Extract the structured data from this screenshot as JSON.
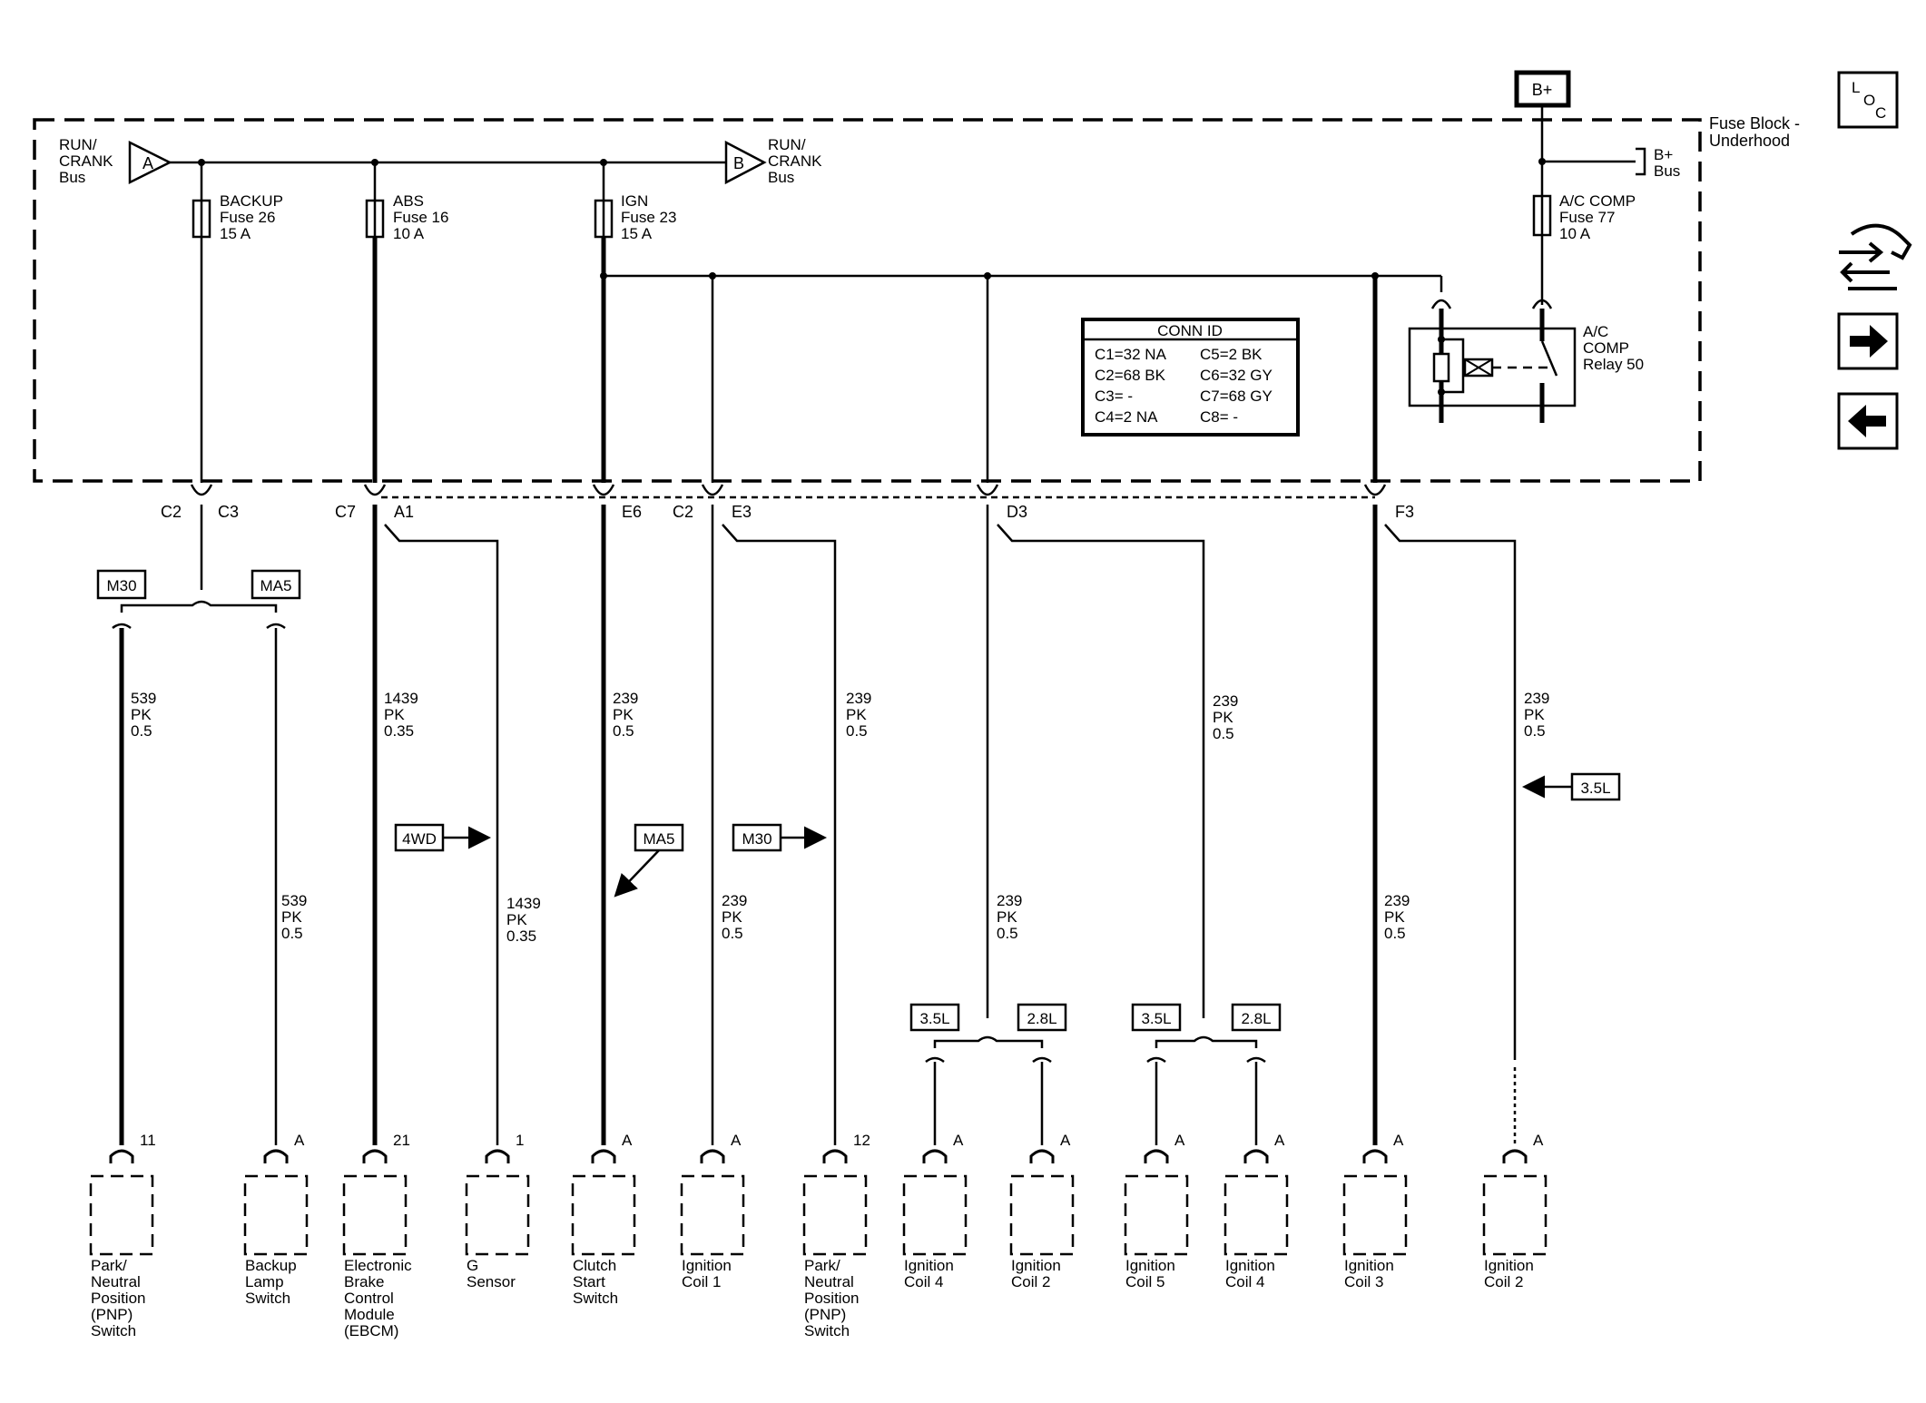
{
  "fuse_block": {
    "label": [
      "Fuse Block -",
      "Underhood"
    ],
    "b_plus": "B+",
    "b_plus_bus": [
      "B+",
      "Bus"
    ],
    "bus_a": {
      "letter": "A",
      "text": [
        "RUN/",
        "CRANK",
        "Bus"
      ]
    },
    "bus_b": {
      "letter": "B",
      "text": [
        "RUN/",
        "CRANK",
        "Bus"
      ]
    }
  },
  "fuses": [
    {
      "lines": [
        "BACKUP",
        "Fuse 26",
        "15 A"
      ]
    },
    {
      "lines": [
        "ABS",
        "Fuse 16",
        "10 A"
      ]
    },
    {
      "lines": [
        "IGN",
        "Fuse 23",
        "15 A"
      ]
    },
    {
      "lines": [
        "A/C COMP",
        "Fuse 77",
        "10 A"
      ]
    }
  ],
  "relay": {
    "lines": [
      "A/C",
      "COMP",
      "Relay 50"
    ]
  },
  "conn_id": {
    "title": "CONN ID",
    "left": [
      "C1=32 NA",
      "C2=68 BK",
      "C3= -",
      "C4=2 NA"
    ],
    "right": [
      "C5=2 BK",
      "C6=32 GY",
      "C7=68 GY",
      "C8= -"
    ]
  },
  "connectors": [
    "C2",
    "C3",
    "C7",
    "A1",
    "E6",
    "C2",
    "E3",
    "D3",
    "F3"
  ],
  "option_tags": {
    "m30": "M30",
    "ma5": "MA5",
    "wd4": "4WD",
    "l35": "3.5L",
    "l28": "2.8L"
  },
  "wires": {
    "w539": [
      "539",
      "PK",
      "0.5"
    ],
    "w1439": [
      "1439",
      "PK",
      "0.35"
    ],
    "w239": [
      "239",
      "PK",
      "0.5"
    ]
  },
  "pins": [
    "11",
    "A",
    "21",
    "1",
    "A",
    "A",
    "12",
    "A",
    "A",
    "A",
    "A",
    "A",
    "A"
  ],
  "components": [
    [
      "Park/",
      "Neutral",
      "Position",
      "(PNP)",
      "Switch"
    ],
    [
      "Backup",
      "Lamp",
      "Switch"
    ],
    [
      "Electronic",
      "Brake",
      "Control",
      "Module",
      "(EBCM)"
    ],
    [
      "G",
      "Sensor"
    ],
    [
      "Clutch",
      "Start",
      "Switch"
    ],
    [
      "Ignition",
      "Coil 1"
    ],
    [
      "Park/",
      "Neutral",
      "Position",
      "(PNP)",
      "Switch"
    ],
    [
      "Ignition",
      "Coil 4"
    ],
    [
      "Ignition",
      "Coil 2"
    ],
    [
      "Ignition",
      "Coil 5"
    ],
    [
      "Ignition",
      "Coil 4"
    ],
    [
      "Ignition",
      "Coil 3"
    ],
    [
      "Ignition",
      "Coil 2"
    ]
  ],
  "side_icons": {
    "loc": [
      "L",
      "O",
      "C"
    ]
  }
}
